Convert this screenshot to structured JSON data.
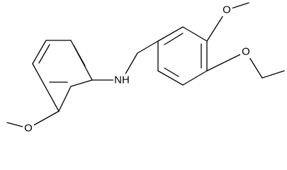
{
  "structure": {
    "atoms": {
      "nh": "NH",
      "o_methoxy_top": "O",
      "o_ethoxy": "O",
      "o_methoxy_bottom": "O"
    },
    "colors": {
      "bond": "#000000",
      "background": "#ffffff"
    }
  }
}
